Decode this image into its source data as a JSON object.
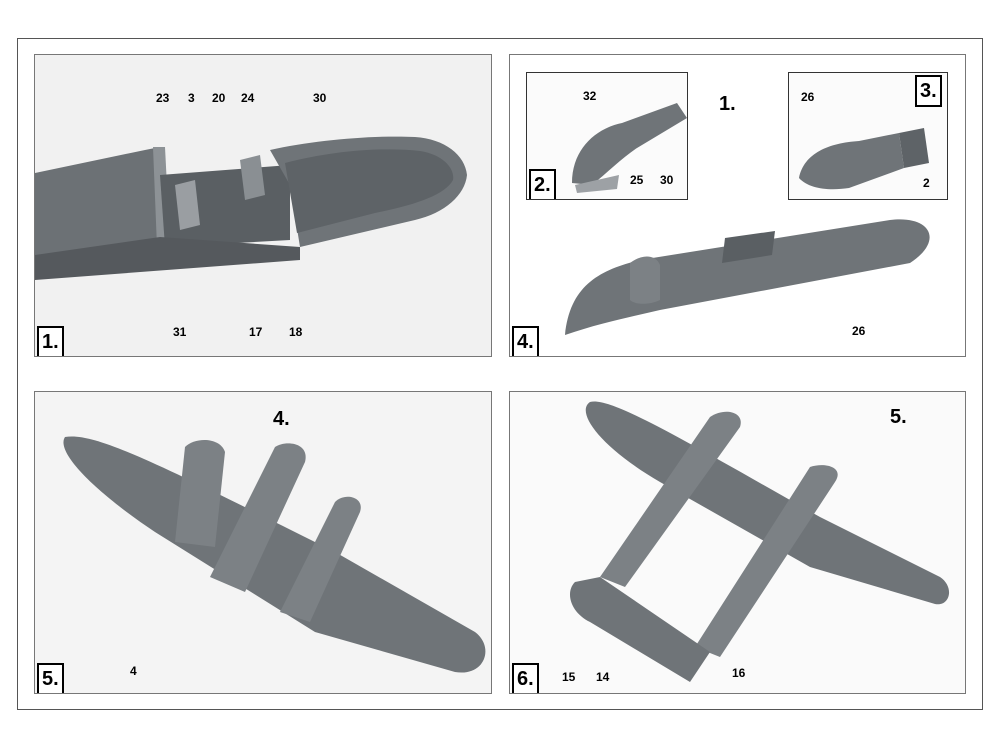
{
  "panels": [
    {
      "step": "1.",
      "labels": [
        "23",
        "3",
        "20",
        "24",
        "30",
        "31",
        "17",
        "18"
      ]
    },
    {
      "step": "4.",
      "labels": [
        "1.",
        "26"
      ],
      "insets": [
        {
          "step": "2.",
          "labels": [
            "32",
            "25",
            "30"
          ]
        },
        {
          "step": "3.",
          "labels": [
            "26",
            "2"
          ]
        }
      ]
    },
    {
      "step": "5.",
      "labels": [
        "4.",
        "4"
      ]
    },
    {
      "step": "6.",
      "labels": [
        "5.",
        "15",
        "14",
        "16"
      ]
    }
  ],
  "colors": {
    "model_grey": "#6f7478",
    "model_light": "#8a8f93",
    "model_dark": "#4e5357"
  }
}
